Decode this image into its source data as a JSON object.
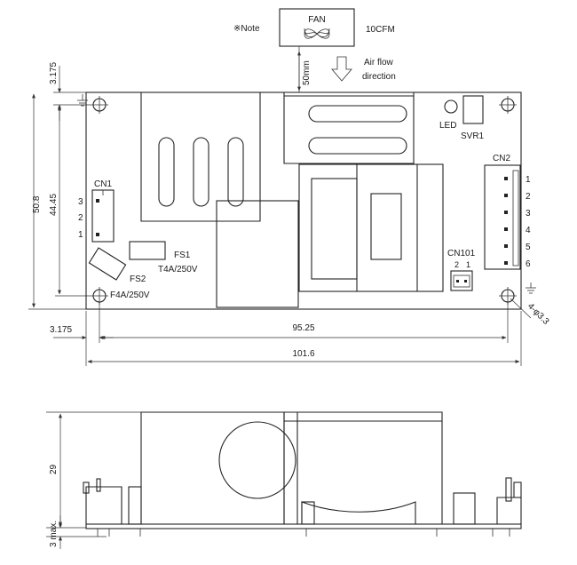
{
  "fan": {
    "note": "※Note",
    "label": "FAN",
    "flow_rate": "10CFM",
    "distance": "50mm",
    "airflow_line1": "Air flow",
    "airflow_line2": "direction"
  },
  "dimensions": {
    "top_offset": "3.175",
    "height_outer": "50.8",
    "height_inner": "44.45",
    "left_offset": "3.175",
    "hole_spacing": "95.25",
    "width_total": "101.6",
    "holes": "4-φ3.3",
    "side_height": "29",
    "pin_length": "3 max."
  },
  "components": {
    "cn1": "CN1",
    "cn1_pins": [
      "3",
      "2",
      "1"
    ],
    "fs1": "FS1",
    "fs1_rating": "T4A/250V",
    "fs2": "FS2",
    "fs2_rating": "F4A/250V",
    "led": "LED",
    "svr1": "SVR1",
    "cn2": "CN2",
    "cn2_pins": [
      "1",
      "2",
      "3",
      "4",
      "5",
      "6"
    ],
    "cn101": "CN101",
    "cn101_pins": [
      "2",
      "1"
    ]
  }
}
